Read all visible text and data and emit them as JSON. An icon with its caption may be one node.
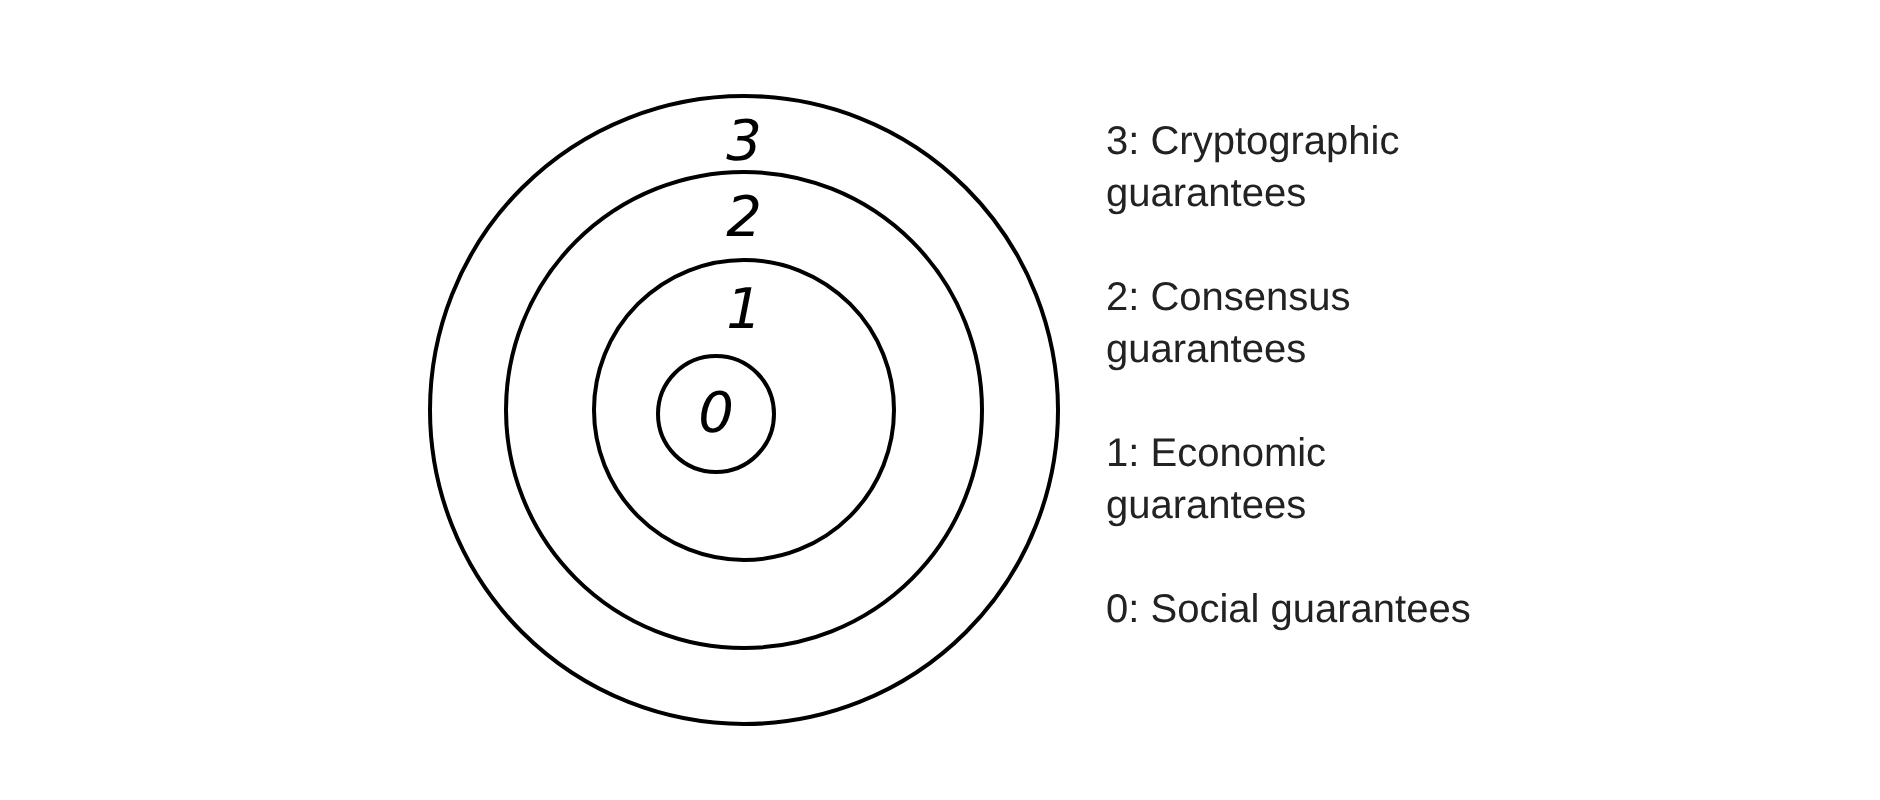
{
  "diagram": {
    "nodes": [
      {
        "text": [
          "3"
        ]
      },
      {
        "text": [
          "2"
        ],
        "in": 0
      },
      {
        "text": [
          "1"
        ],
        "in": 1
      },
      {
        "text": [
          "0"
        ],
        "in": 2
      }
    ],
    "labels": [
      "3: Cryptographic guarantees",
      "2: Consensus guarantees",
      "1: Economic guarantees",
      "0: Social guarantees"
    ]
  }
}
